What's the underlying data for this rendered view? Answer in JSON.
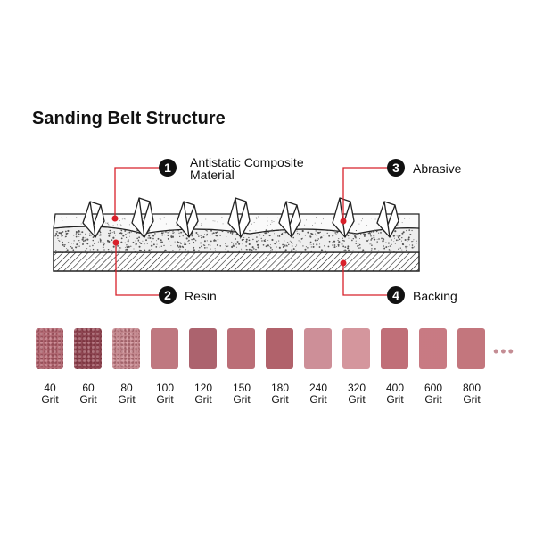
{
  "title": "Sanding Belt Structure",
  "callouts": [
    {
      "number": "1",
      "label_line1": "Antistatic Composite",
      "label_line2": "Material"
    },
    {
      "number": "2",
      "label": "Resin"
    },
    {
      "number": "3",
      "label": "Abrasive"
    },
    {
      "number": "4",
      "label": "Backing"
    }
  ],
  "accent_color": "#d8202a",
  "grits": [
    {
      "value": "40",
      "unit": "Grit",
      "color": "#b36a74"
    },
    {
      "value": "60",
      "unit": "Grit",
      "color": "#8e4652"
    },
    {
      "value": "80",
      "unit": "Grit",
      "color": "#c58a90"
    },
    {
      "value": "100",
      "unit": "Grit",
      "color": "#b86d75"
    },
    {
      "value": "120",
      "unit": "Grit",
      "color": "#a45661"
    },
    {
      "value": "150",
      "unit": "Grit",
      "color": "#b4626b"
    },
    {
      "value": "180",
      "unit": "Grit",
      "color": "#a9545e"
    },
    {
      "value": "240",
      "unit": "Grit",
      "color": "#c88690"
    },
    {
      "value": "320",
      "unit": "Grit",
      "color": "#cf8e95"
    },
    {
      "value": "400",
      "unit": "Grit",
      "color": "#b9636c"
    },
    {
      "value": "600",
      "unit": "Grit",
      "color": "#c26f78"
    },
    {
      "value": "800",
      "unit": "Grit",
      "color": "#bd6a72"
    }
  ],
  "more_indicator": "•••"
}
